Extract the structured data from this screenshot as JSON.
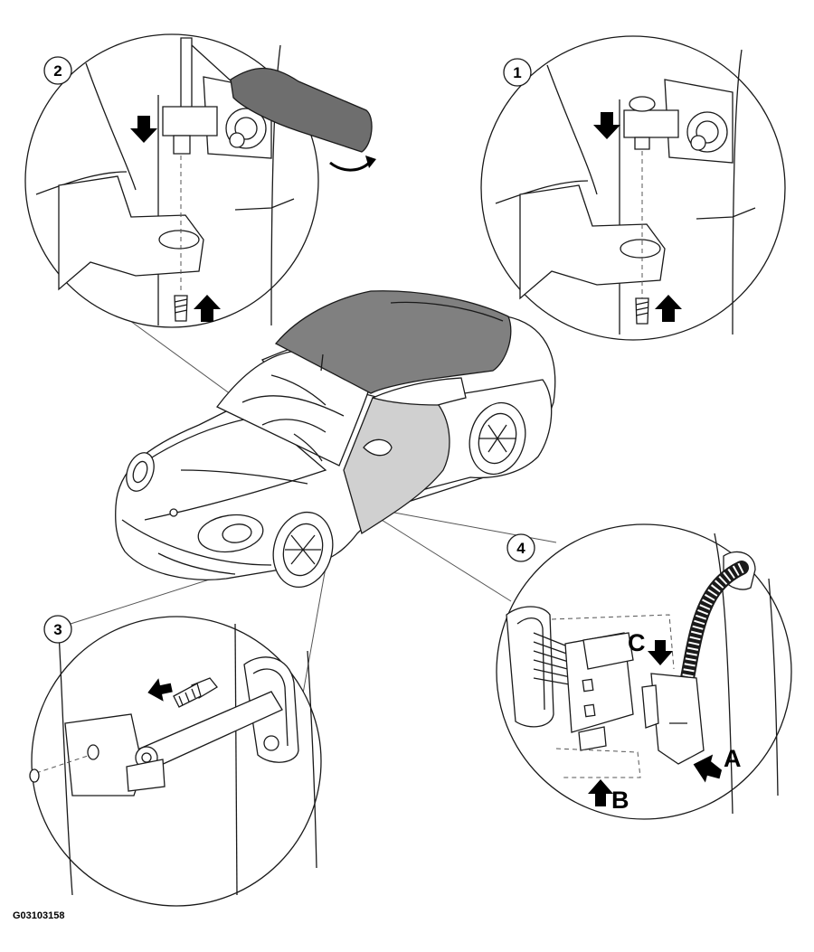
{
  "figure_id": "G03103158",
  "callouts": {
    "c1": "1",
    "c2": "2",
    "c3": "3",
    "c4": "4"
  },
  "labels": {
    "a": "A",
    "b": "B",
    "c": "C"
  },
  "colors": {
    "line": "#1a1a1a",
    "roof_fill": "#808080",
    "tool_handle": "#6e6e6e",
    "highlight_door": "#d0d0d0",
    "background": "#ffffff"
  },
  "icons": {
    "arrow": "solid-arrow-icon",
    "rotate": "curved-rotate-arrow-icon"
  }
}
